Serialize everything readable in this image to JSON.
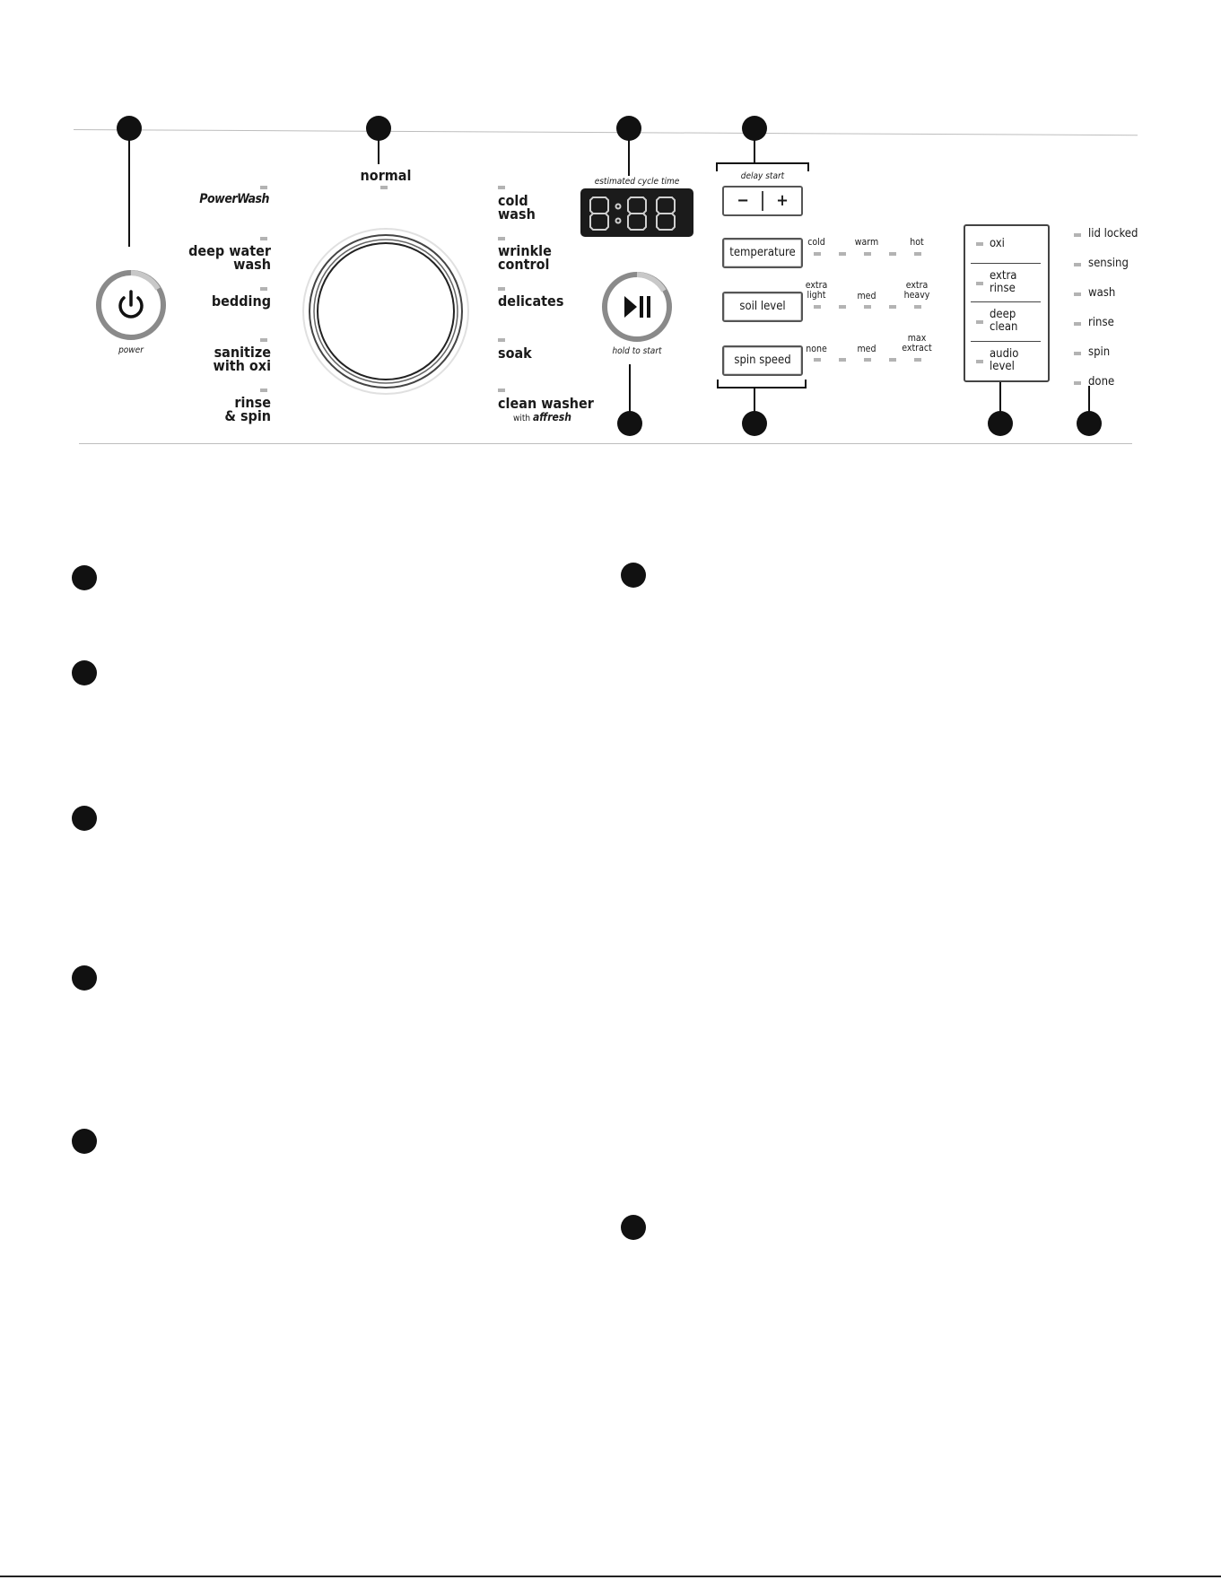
{
  "panel": {
    "power_label": "power",
    "brand_label": "PowerWash",
    "cycles_left": [
      {
        "id": "deep-water-wash",
        "label": "deep water\nwash"
      },
      {
        "id": "bedding",
        "label": "bedding"
      },
      {
        "id": "sanitize-with-oxi",
        "label": "sanitize\nwith oxi"
      },
      {
        "id": "rinse-spin",
        "label": "rinse\n& spin"
      }
    ],
    "cycle_top": "normal",
    "cycles_right": [
      {
        "id": "cold-wash",
        "label": "cold\nwash"
      },
      {
        "id": "wrinkle-control",
        "label": "wrinkle\ncontrol"
      },
      {
        "id": "delicates",
        "label": "delicates"
      },
      {
        "id": "soak",
        "label": "soak"
      },
      {
        "id": "clean-washer",
        "label": "clean washer"
      }
    ],
    "clean_washer_sub_prefix": "with",
    "clean_washer_sub_brand": "affresh",
    "display_label": "estimated cycle time",
    "start_label": "hold to start",
    "delay_label": "delay start",
    "delay_minus": "−",
    "delay_plus": "+",
    "temperature": {
      "button": "temperature",
      "options": [
        "cold",
        "warm",
        "hot"
      ]
    },
    "soil": {
      "button": "soil level",
      "options": [
        "extra\nlight",
        "med",
        "extra\nheavy"
      ]
    },
    "spin": {
      "button": "spin speed",
      "options": [
        "none",
        "med",
        "max\nextract"
      ]
    },
    "options": [
      "oxi",
      "extra\nrinse",
      "deep\nclean",
      "audio\nlevel"
    ],
    "status": [
      "lid locked",
      "sensing",
      "wash",
      "rinse",
      "spin",
      "done"
    ]
  }
}
